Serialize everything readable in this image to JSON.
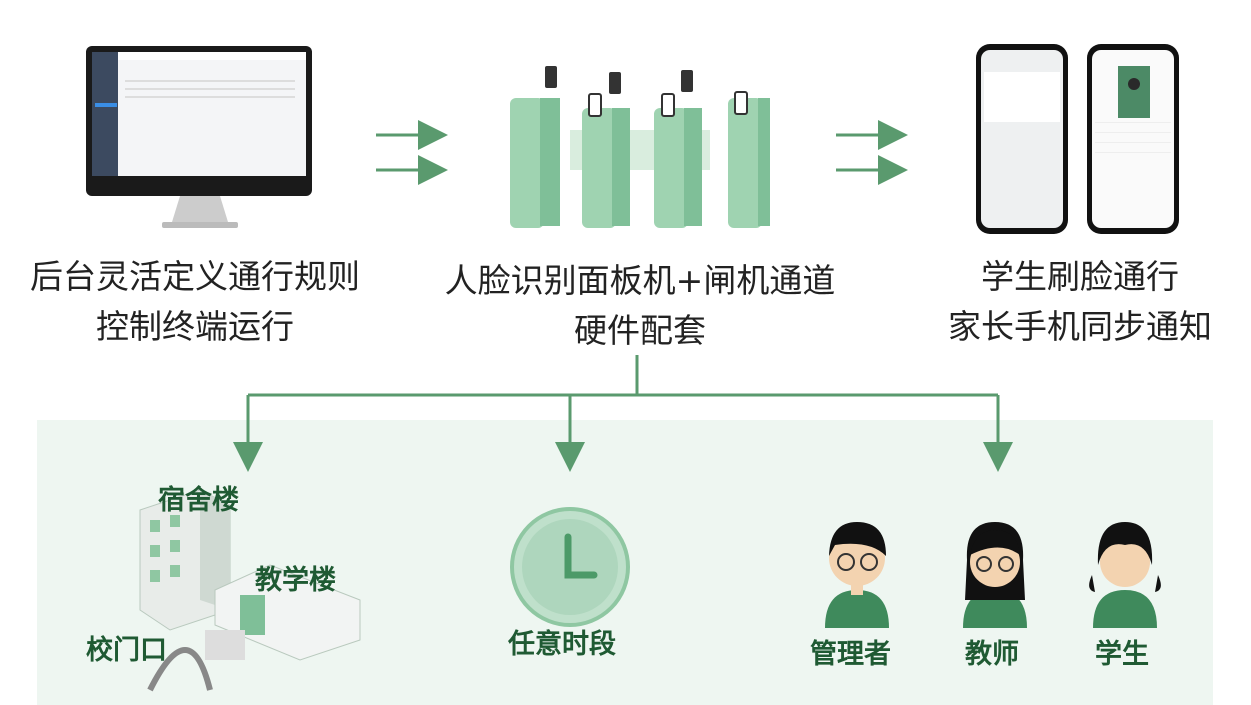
{
  "step1": {
    "line1": "后台灵活定义通行规则",
    "line2": "控制终端运行"
  },
  "step2": {
    "line1": "人脸识别面板机+闸机通道",
    "line2": "硬件配套"
  },
  "step3": {
    "line1": "学生刷脸通行",
    "line2": "家长手机同步通知"
  },
  "scenes": {
    "dorm": "宿舍楼",
    "teaching": "教学楼",
    "gate": "校门口",
    "anytime": "任意时段",
    "admin": "管理者",
    "teacher": "教师",
    "student": "学生"
  },
  "colors": {
    "accent": "#5a9a6e",
    "label": "#1f5a33",
    "panel": "#eef6f1"
  }
}
